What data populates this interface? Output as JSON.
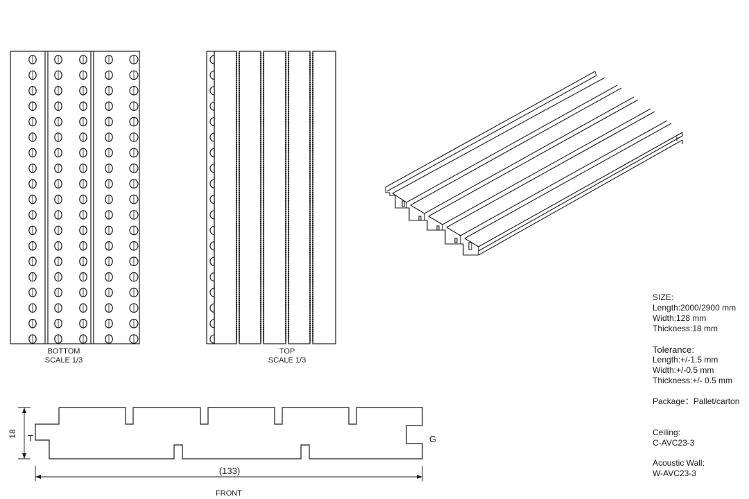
{
  "views": {
    "bottom": {
      "name": "BOTTOM",
      "scale": "SCALE 1/3"
    },
    "top": {
      "name": "TOP",
      "scale": "SCALE 1/3"
    },
    "front": {
      "name": "FRONT"
    }
  },
  "front_dims": {
    "thickness": "18",
    "width": "(133)",
    "tongue": "T",
    "groove": "G"
  },
  "specs": {
    "size_heading": "SIZE:",
    "length": "Length:2000/2900 mm",
    "width": "Width:128 mm",
    "thickness": "Thickness:18 mm",
    "tolerance_heading": "Tolerance:",
    "tol_length": "Length:+/-1.5 mm",
    "tol_width": "Width:+/-0.5 mm",
    "tol_thickness": "Thickness:+/- 0.5 mm",
    "package": "Package：Pallet/carton",
    "ceiling_heading": "Ceiling:",
    "ceiling_code": "C-AVC23-3",
    "wall_heading": "Acoustic Wall:",
    "wall_code": "W-AVC23-3"
  }
}
